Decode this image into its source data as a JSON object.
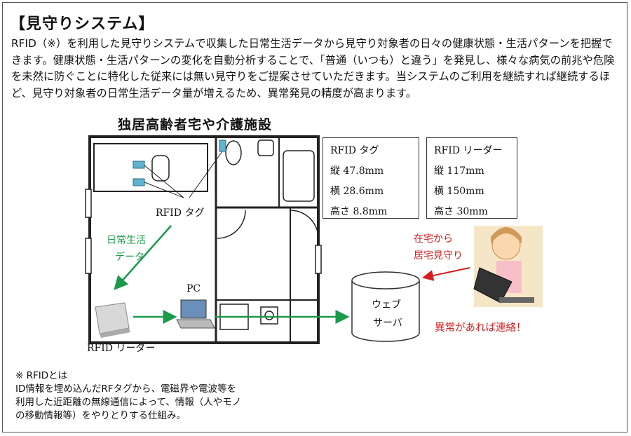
{
  "title": "【見守りシステム】",
  "intro": "RFID（※）を利用した見守りシステムで収集した日常生活データから見守り対象者の日々の健康状態・生活パターンを把握できます。健康状態・生活パターンの変化を自動分析することで、「普通（いつも）と違う」を発見し、様々な病気の前兆や危険を未然に防ぐことに特化した従来には無い見守りをご提案させていただきます。当システムのご利用を継続すれば継続するほど、見守り対象者の日常生活データ量が増えるため、異常発見の精度が高まります。",
  "diagram": {
    "subtitle": "独居高齢者宅や介護施設",
    "tag_spec": {
      "name": "RFID タグ",
      "rows": [
        "縦 47.8mm",
        "横 28.6mm",
        "高さ  8.8mm"
      ]
    },
    "reader_spec": {
      "name": "RFID リーダー",
      "rows": [
        "縦 117mm",
        "横 150mm",
        "高さ  30mm"
      ]
    },
    "labels": {
      "tag": "RFID タグ",
      "daily_line1": "日常生活",
      "daily_line2": "データ",
      "pc": "PC",
      "reader": "RFID リーダー",
      "server_line1": "ウェブ",
      "server_line2": "サーバ",
      "remote_line1": "在宅から",
      "remote_line2": "居宅見守り",
      "alert": "異常があれば連絡！"
    },
    "colors": {
      "green_arrow": "#1a9a4a",
      "red_arrow": "#d42020",
      "tag_blue": "#5fb4d0"
    }
  },
  "footnote": {
    "line1": "※  RFIDとは",
    "line2": "ID情報を埋め込んだRFタグから、電磁界や電波等を",
    "line3": "利用した近距離の無線通信によって、情報（人やモノ",
    "line4": "の移動情報等）をやりとりする仕組み。"
  }
}
